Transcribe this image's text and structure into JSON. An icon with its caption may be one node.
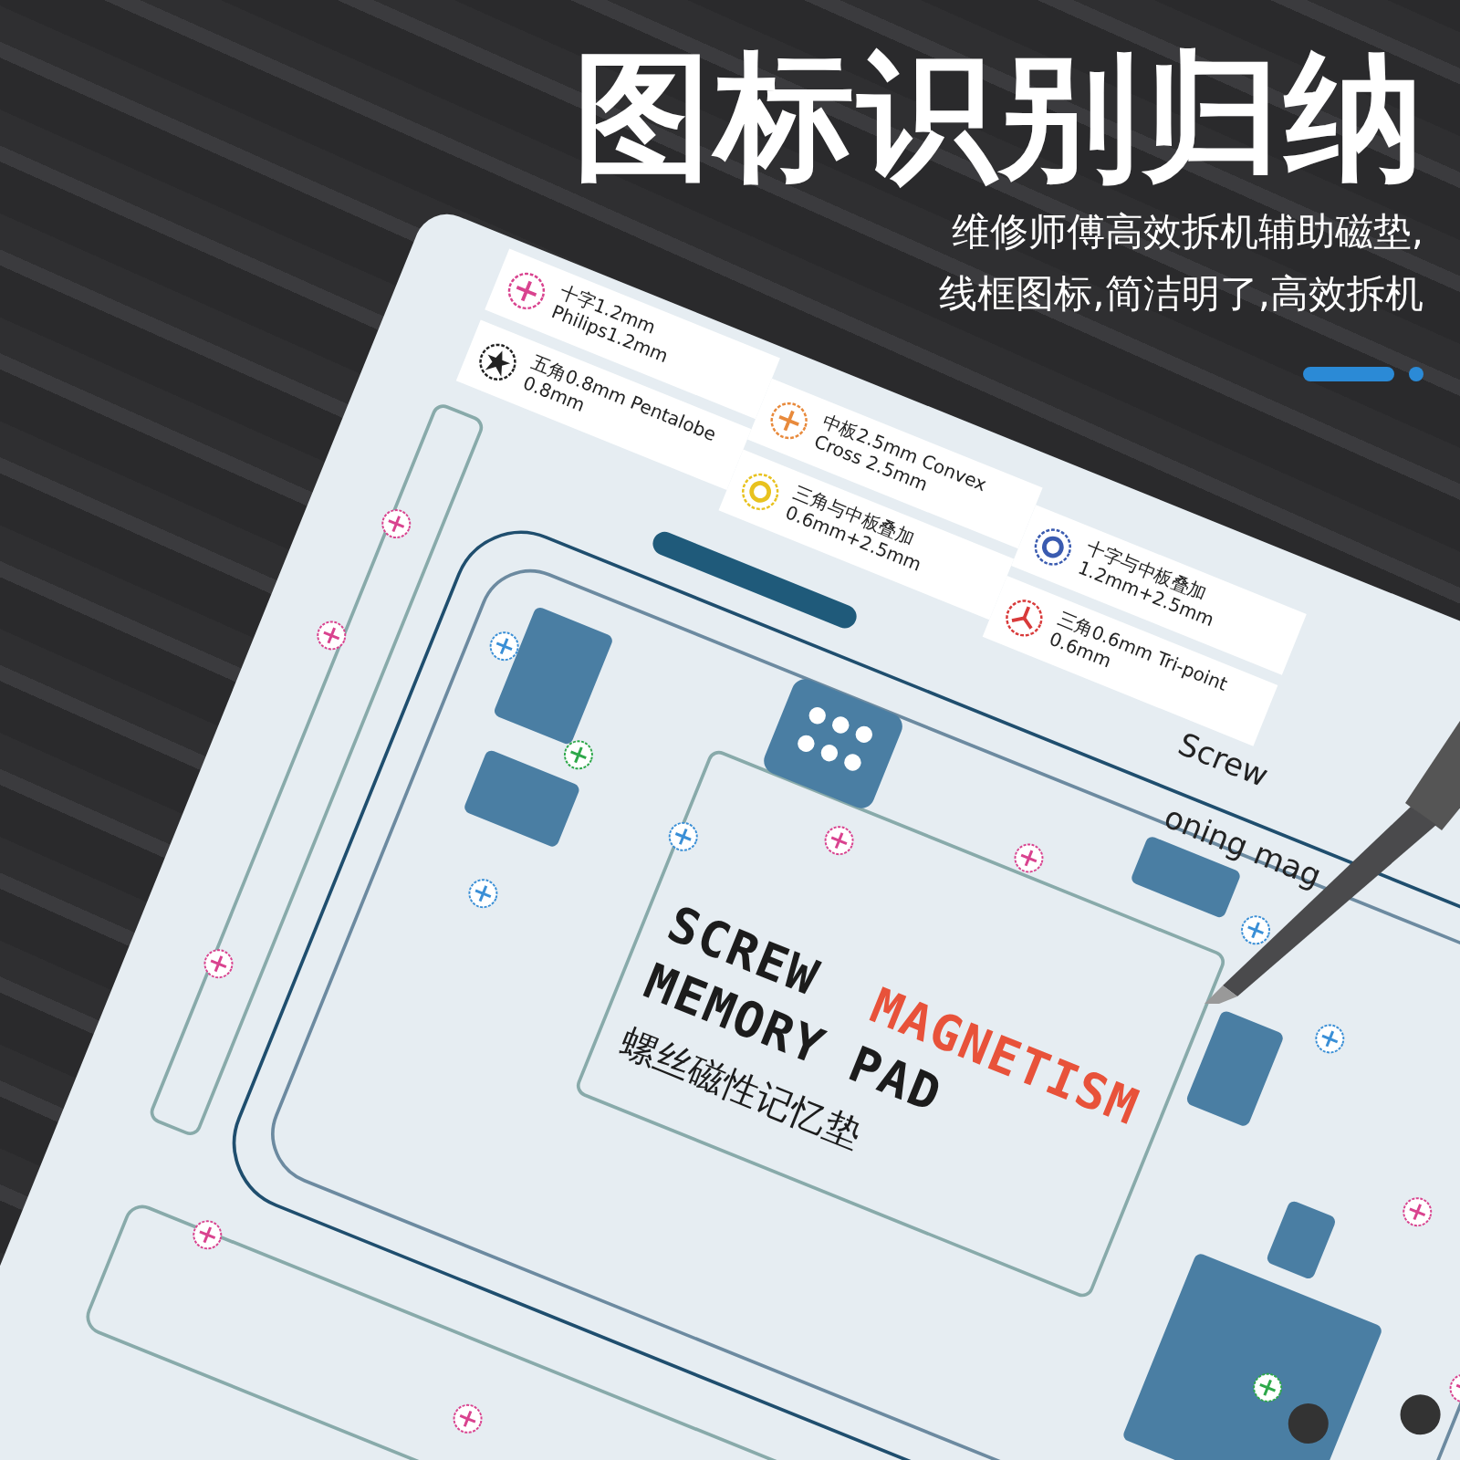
{
  "diagram": {
    "title": "图标识别归纳",
    "labels": [
      "维修师傅高效拆机辅助磁垫,线框图标,简洁明了,高效拆机",
      "SCREW",
      "MAGNETISM",
      "MEMORY PAD",
      "螺丝磁性记忆垫",
      "Screw",
      "oning mag"
    ],
    "legend": [
      {
        "text": "十字1.2mm Philips1.2mm"
      },
      {
        "text": "五角0.8mm Pentalobe 0.8mm"
      },
      {
        "text": "中板2.5mm Convex Cross 2.5mm"
      },
      {
        "text": "三角与中板叠加 0.6mm+2.5mm"
      },
      {
        "text": "十字与中板叠加 1.2mm+2.5mm"
      },
      {
        "text": "三角0.6mm Tri-point 0.6mm"
      }
    ]
  }
}
